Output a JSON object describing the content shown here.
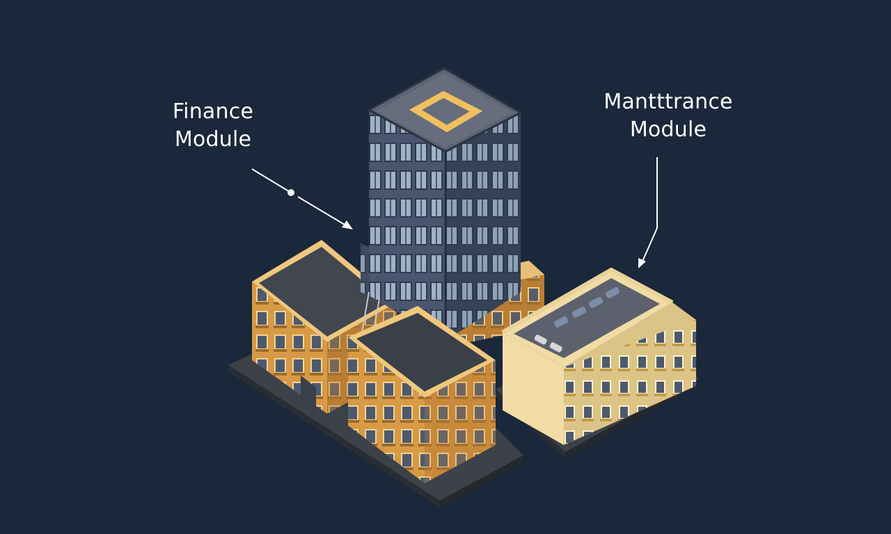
{
  "labels": {
    "finance": {
      "line1": "Finance",
      "line2": "Module"
    },
    "maintenance": {
      "line1": "Mantttrance",
      "line2": "Module"
    }
  },
  "colors": {
    "background": "#1b273a",
    "tower_dark": "#3f4b63",
    "tower_roof": "#5c6373",
    "ochre_front": "#d79a45",
    "ochre_side": "#b97d33",
    "cream_front": "#f1dca6",
    "cream_side": "#dcc487",
    "base_slab": "#3d4148",
    "roof_dark": "#3a3f48",
    "accent_ring": "#f0c060"
  }
}
